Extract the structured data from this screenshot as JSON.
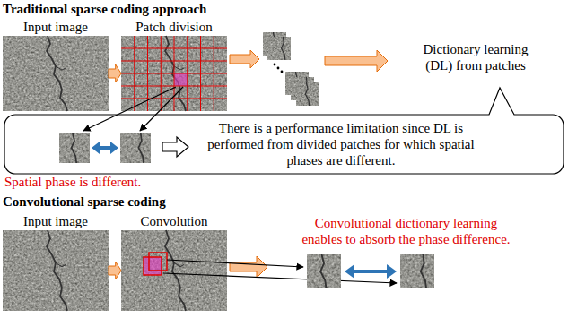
{
  "diagram": {
    "nodes": [
      {
        "text": [
          "Input image"
        ]
      },
      {
        "text": [
          "Patch division"
        ]
      },
      {
        "text": [
          "There is a performance limitation since DL is performed from divided patches for which spatial phases are different."
        ]
      },
      {
        "text": [
          "Input image"
        ]
      },
      {
        "text": [
          "Convolution"
        ]
      }
    ],
    "edges": [
      {
        "from": 0,
        "to": 1,
        "arrow": "to"
      },
      {
        "from": 3,
        "to": 4,
        "arrow": "to"
      }
    ],
    "labels": [
      "Traditional sparse coding approach",
      "Dictionary learning (DL) from patches",
      "Spatial phase is different.",
      "Convolutional sparse coding",
      "Convolutional dictionary learning enables to absorb the phase difference."
    ]
  }
}
